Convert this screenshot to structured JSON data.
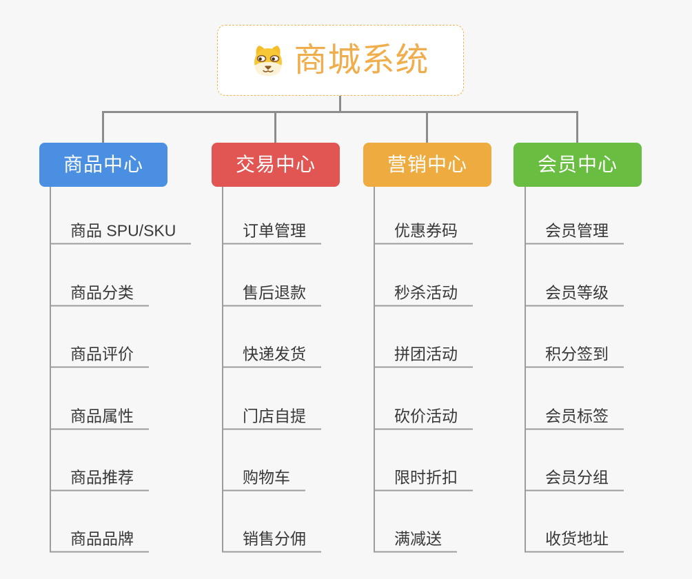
{
  "root": {
    "title": "商城系统",
    "icon": "dog-face-icon",
    "title_color": "#F0AD4B",
    "border_color": "#F0B254"
  },
  "connector_color": "#8C8C8C",
  "underline_color": "#9C9C9C",
  "background_color": "#F7F7F7",
  "branches": [
    {
      "id": "product-center",
      "label": "商品中心",
      "color": "#4A8FE2",
      "items": [
        "商品 SPU/SKU",
        "商品分类",
        "商品评价",
        "商品属性",
        "商品推荐",
        "商品品牌"
      ]
    },
    {
      "id": "trade-center",
      "label": "交易中心",
      "color": "#E15653",
      "items": [
        "订单管理",
        "售后退款",
        "快递发货",
        "门店自提",
        "购物车",
        "销售分佣"
      ]
    },
    {
      "id": "marketing-center",
      "label": "营销中心",
      "color": "#EEAC40",
      "items": [
        "优惠券码",
        "秒杀活动",
        "拼团活动",
        "砍价活动",
        "限时折扣",
        "满减送"
      ]
    },
    {
      "id": "member-center",
      "label": "会员中心",
      "color": "#69BE41",
      "items": [
        "会员管理",
        "会员等级",
        "积分签到",
        "会员标签",
        "会员分组",
        "收货地址"
      ]
    }
  ]
}
